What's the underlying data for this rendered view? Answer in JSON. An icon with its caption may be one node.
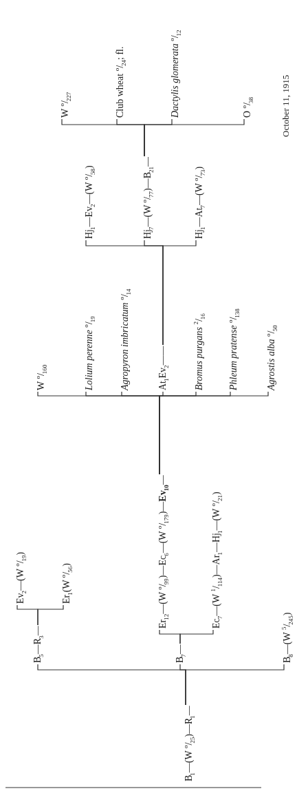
{
  "diagram": {
    "nodes": [
      {
        "text": [
          "B$_{1}$—(W $^{o}$/$_{25}$)—R$_{1}$—"
        ]
      },
      {
        "text": [
          "B$_{5}$—R$_{3}$—"
        ]
      },
      {
        "text": [
          "Ev$_{2}$—(W $^{o}$/$_{19}$)"
        ]
      },
      {
        "text": [
          "Er$_{1}$(W $^{o}$/$_{56}$)"
        ]
      },
      {
        "text": [
          "B$_{7}$—"
        ]
      },
      {
        "text": [
          "Er$_{12}$—(W $^{o}$/$_{99}$)—Ec$_{6}$—(W $^{o}$/$_{179}$)—**Ev$_{10}$**—"
        ]
      },
      {
        "text": [
          "Ec$_{7}$—(W $^{1}$/$_{114}$)—Ar$_{1}$—Hj$_{1}$—(W $^{o}$/$_{21}$)"
        ]
      },
      {
        "text": [
          "B$_{8}$—(W $^{5}$/$_{245}$)"
        ]
      },
      {
        "text": [
          "W $^{o}$/$_{160}$"
        ]
      },
      {
        "text": [
          "*Lolium perenne* $^{o}$/$_{19}$"
        ]
      },
      {
        "text": [
          "*Agropyron imbricatum* $^{o}$/$_{14}$"
        ]
      },
      {
        "text": [
          "At$_{1}$Ev$_{2}$——"
        ]
      },
      {
        "text": [
          "*Bromus purgans* $^{2}$/$_{16}$"
        ]
      },
      {
        "text": [
          "*Phleum pratense* $^{o}$/$_{138}$"
        ]
      },
      {
        "text": [
          "*Agrostis alba* $^{o}$/$_{50}$"
        ]
      },
      {
        "text": [
          "Hj$_{1}$—Ev$_{2}$—(W $^{o}$/$_{58}$)"
        ]
      },
      {
        "text": [
          "Hj$_{7}$—(W $^{o}$/$_{77}$)—B$_{21}$—"
        ]
      },
      {
        "text": [
          "Hj$_{1}$—At$_{7}$—(W $^{o}$/$_{73}$)"
        ]
      },
      {
        "text": [
          "W $^{o}$/$_{227}$"
        ]
      },
      {
        "text": [
          "Club wheat $^{o}$/$_{24}$; fl."
        ]
      },
      {
        "text": [
          "*Dactylis glomerata* $^{o}$/$_{12}$"
        ]
      },
      {
        "text": [
          "O $^{o}$/$_{38}$"
        ]
      }
    ],
    "edges": [
      {
        "from": 0,
        "to": 1,
        "arrow": "none"
      },
      {
        "from": 0,
        "to": 4,
        "arrow": "none"
      },
      {
        "from": 0,
        "to": 7,
        "arrow": "none"
      },
      {
        "from": 1,
        "to": 2,
        "arrow": "none"
      },
      {
        "from": 1,
        "to": 3,
        "arrow": "none"
      },
      {
        "from": 4,
        "to": 5,
        "arrow": "none"
      },
      {
        "from": 4,
        "to": 6,
        "arrow": "none"
      },
      {
        "from": 5,
        "to": 8,
        "arrow": "none"
      },
      {
        "from": 5,
        "to": 9,
        "arrow": "none"
      },
      {
        "from": 5,
        "to": 10,
        "arrow": "none"
      },
      {
        "from": 5,
        "to": 11,
        "arrow": "none"
      },
      {
        "from": 5,
        "to": 12,
        "arrow": "none"
      },
      {
        "from": 5,
        "to": 13,
        "arrow": "none"
      },
      {
        "from": 5,
        "to": 14,
        "arrow": "none"
      },
      {
        "from": 11,
        "to": 15,
        "arrow": "none"
      },
      {
        "from": 11,
        "to": 16,
        "arrow": "none"
      },
      {
        "from": 11,
        "to": 17,
        "arrow": "none"
      },
      {
        "from": 16,
        "to": 18,
        "arrow": "none"
      },
      {
        "from": 16,
        "to": 19,
        "arrow": "none"
      },
      {
        "from": 16,
        "to": 20,
        "arrow": "none"
      },
      {
        "from": 16,
        "to": 21,
        "arrow": "none"
      }
    ],
    "labels": [
      "October 11, 1915"
    ]
  }
}
